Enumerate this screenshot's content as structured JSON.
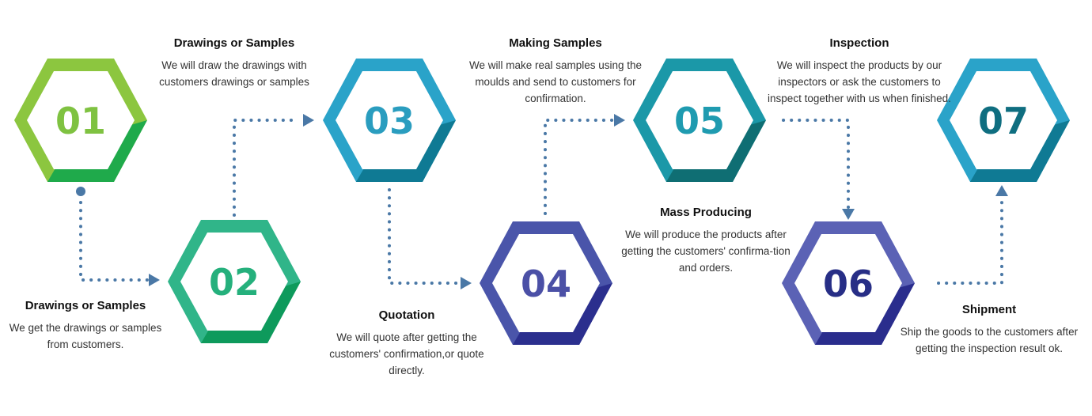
{
  "steps": [
    {
      "number": "01",
      "color_main": "#8cc63f",
      "color_dark": "#1faa4b",
      "num_color": "#7fc241",
      "title": "",
      "desc": ""
    },
    {
      "number": "02",
      "color_main": "#30b589",
      "color_dark": "#0e9a5c",
      "num_color": "#25b07c",
      "title": "Drawings or Samples",
      "desc": "We get the drawings or samples from customers."
    },
    {
      "number": "03",
      "color_main": "#2aa3c9",
      "color_dark": "#0f7a94",
      "num_color": "#2a9dbf",
      "title": "Drawings or Samples",
      "desc": "We will draw the drawings with customers drawings or samples"
    },
    {
      "number": "04",
      "color_main": "#4a55aa",
      "color_dark": "#2b2f8e",
      "num_color": "#4b50a6",
      "title": "Quotation",
      "desc": "We will quote after getting the customers' confirmation,or quote directly."
    },
    {
      "number": "05",
      "color_main": "#1b98a8",
      "color_dark": "#0f6e73",
      "num_color": "#1f9bb0",
      "title": "Making Samples",
      "desc": "We will make real samples using the moulds and send to customers for confirmation."
    },
    {
      "number": "06",
      "color_main": "#5b62b5",
      "color_dark": "#2a2d8d",
      "num_color": "#272e86",
      "title": "Mass Producing",
      "desc": "We will produce the products after getting the customers' confirma-tion and orders."
    },
    {
      "number": "07",
      "color_main": "#2aa3c9",
      "color_dark": "#0f7a94",
      "num_color": "#0f6e80",
      "title": "Inspection",
      "desc": "We will inspect the products by our inspectors or ask the customers to inspect together with us when finished."
    },
    {
      "number": "",
      "title": "Shipment",
      "desc": "Ship the goods to the customers after getting the inspection result ok."
    }
  ],
  "connector_color": "#4a78a6"
}
